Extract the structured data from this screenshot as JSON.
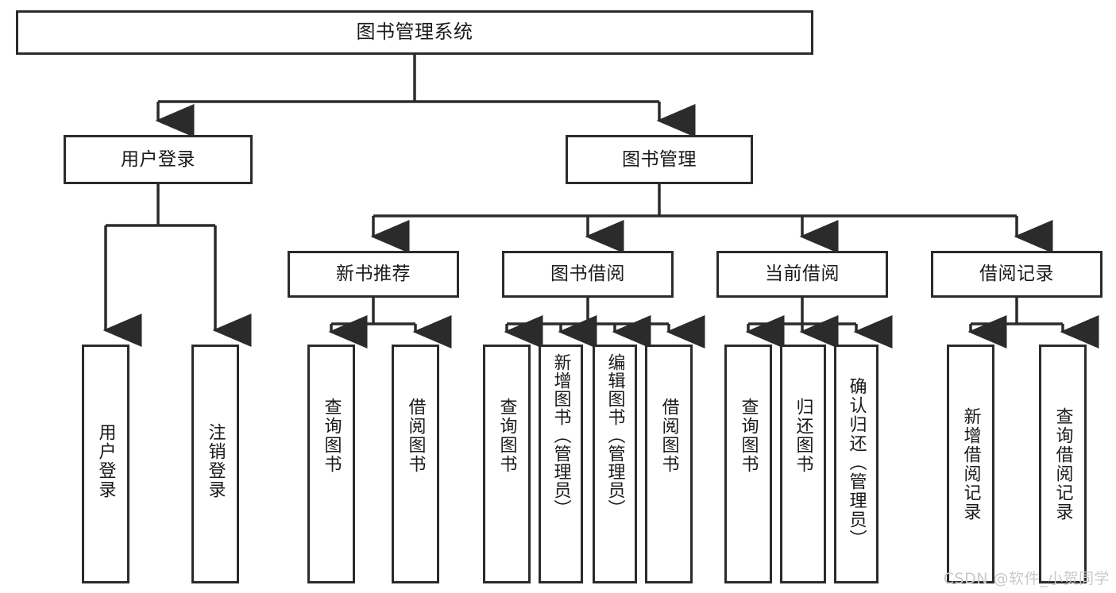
{
  "diagram": {
    "title": "图书管理系统",
    "type": "hierarchy-tree",
    "levels": 4,
    "colors": {
      "border": "#2b2b2b",
      "fill": "#ffffff",
      "text": "#1a1a1a",
      "connector": "#2b2b2b",
      "watermark": "#c9c9c9"
    },
    "root": {
      "label": "图书管理系统"
    },
    "level2": [
      {
        "label": "用户登录"
      },
      {
        "label": "图书管理"
      }
    ],
    "level3": [
      {
        "label": "新书推荐"
      },
      {
        "label": "图书借阅"
      },
      {
        "label": "当前借阅"
      },
      {
        "label": "借阅记录"
      }
    ],
    "leaves": {
      "user_login": [
        {
          "label": "用户登录"
        },
        {
          "label": "注销登录"
        }
      ],
      "new_book": [
        {
          "label": "查询图书"
        },
        {
          "label": "借阅图书"
        }
      ],
      "book_borrow": [
        {
          "label": "查询图书"
        },
        {
          "label": "新增图书（管理员）"
        },
        {
          "label": "编辑图书（管理员）"
        },
        {
          "label": "借阅图书"
        }
      ],
      "current_borrow": [
        {
          "label": "查询图书"
        },
        {
          "label": "归还图书"
        },
        {
          "label": "确认归还（管理员）"
        }
      ],
      "borrow_record": [
        {
          "label": "新增借阅记录"
        },
        {
          "label": "查询借阅记录"
        }
      ]
    }
  },
  "watermark": {
    "text": "CSDN @软件_小贺同学"
  }
}
